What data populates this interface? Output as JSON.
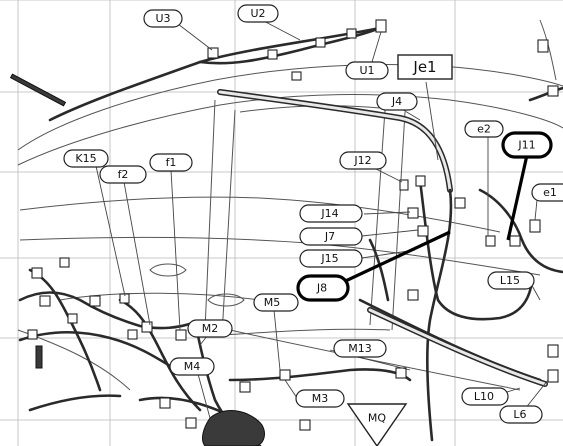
{
  "labels": {
    "U3": "U3",
    "U2": "U2",
    "U1": "U1",
    "Je1": "Je1",
    "J4": "J4",
    "e2": "e2",
    "J11": "J11",
    "e1": "e1",
    "K15": "K15",
    "f1": "f1",
    "f2": "f2",
    "J12": "J12",
    "J14": "J14",
    "J7": "J7",
    "J15": "J15",
    "L15": "L15",
    "J8": "J8",
    "M5": "M5",
    "M2": "M2",
    "M13": "M13",
    "M4": "M4",
    "M3": "M3",
    "MQ": "MQ",
    "L10": "L10",
    "L6": "L6"
  }
}
